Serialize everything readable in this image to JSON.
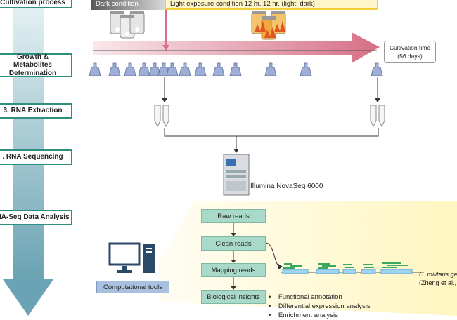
{
  "steps": [
    {
      "label": "Cultivation process"
    },
    {
      "label": "Growth & Metabolites Determination"
    },
    {
      "label": "3. RNA Extraction"
    },
    {
      "label": ". RNA Sequencing"
    },
    {
      "label": "NA-Seq Data Analysis"
    }
  ],
  "conditions": {
    "dark": "Dark condition",
    "light": "Light exposure condition 12 hr.:12 hr. (light: dark)"
  },
  "cultivation_time": {
    "line1": "Cultivation time",
    "line2": "(56 days)"
  },
  "sequencer_label": "Illumina NovaSeq 6000",
  "pipeline": [
    "Raw reads",
    "Clean reads",
    "Mapping reads",
    "Biological insights"
  ],
  "analyses": [
    "Functional annotation",
    "Differential expression analysis",
    "Enrichment analysis"
  ],
  "computational_tools": "Computational tools",
  "genome_label": {
    "line1": "C. militaris gen",
    "line2": "(Zheng et al., 2"
  },
  "colors": {
    "teal": "#2f8f7f",
    "pipeline_box": "#a9d9c9",
    "arrow": "#d9768a",
    "light_bar": "#f7d84a"
  }
}
